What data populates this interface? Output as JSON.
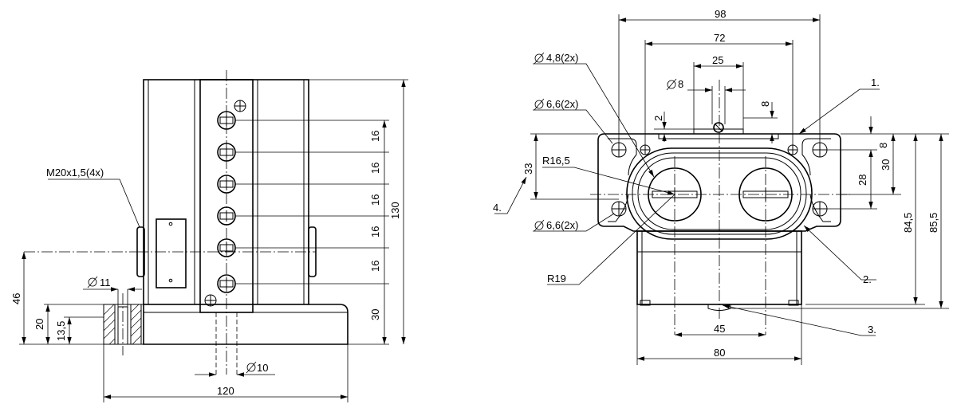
{
  "colors": {
    "line": "#000000",
    "background": "#ffffff"
  },
  "side_view": {
    "thread_label": "M20x1,5(4x)",
    "dia_hole": "11",
    "dia_pin": "10",
    "dim_width": "120",
    "dim_height": "130",
    "dim_pitch": [
      "16",
      "16",
      "16",
      "16",
      "16"
    ],
    "dim_base": "30",
    "dim_46": "46",
    "dim_20": "20",
    "dim_13_5": "13,5"
  },
  "front_view": {
    "dim_98": "98",
    "dim_72": "72",
    "dim_25": "25",
    "dia_8": "8",
    "dim_8_top": "8",
    "dim_2": "2",
    "dia_4_8": "4,8(2x)",
    "dia_6_6_top": "6,6(2x)",
    "dia_6_6_bottom": "6,6(2x)",
    "r16_5": "R16,5",
    "r19": "R19",
    "dim_33": "33",
    "dim_8_right": "8",
    "dim_28": "28",
    "dim_30": "30",
    "dim_84_5": "84,5",
    "dim_85_5": "85,5",
    "dim_45": "45",
    "dim_80": "80",
    "callout_1": "1.",
    "callout_2": "2.",
    "callout_3": "3.",
    "callout_4": "4."
  }
}
